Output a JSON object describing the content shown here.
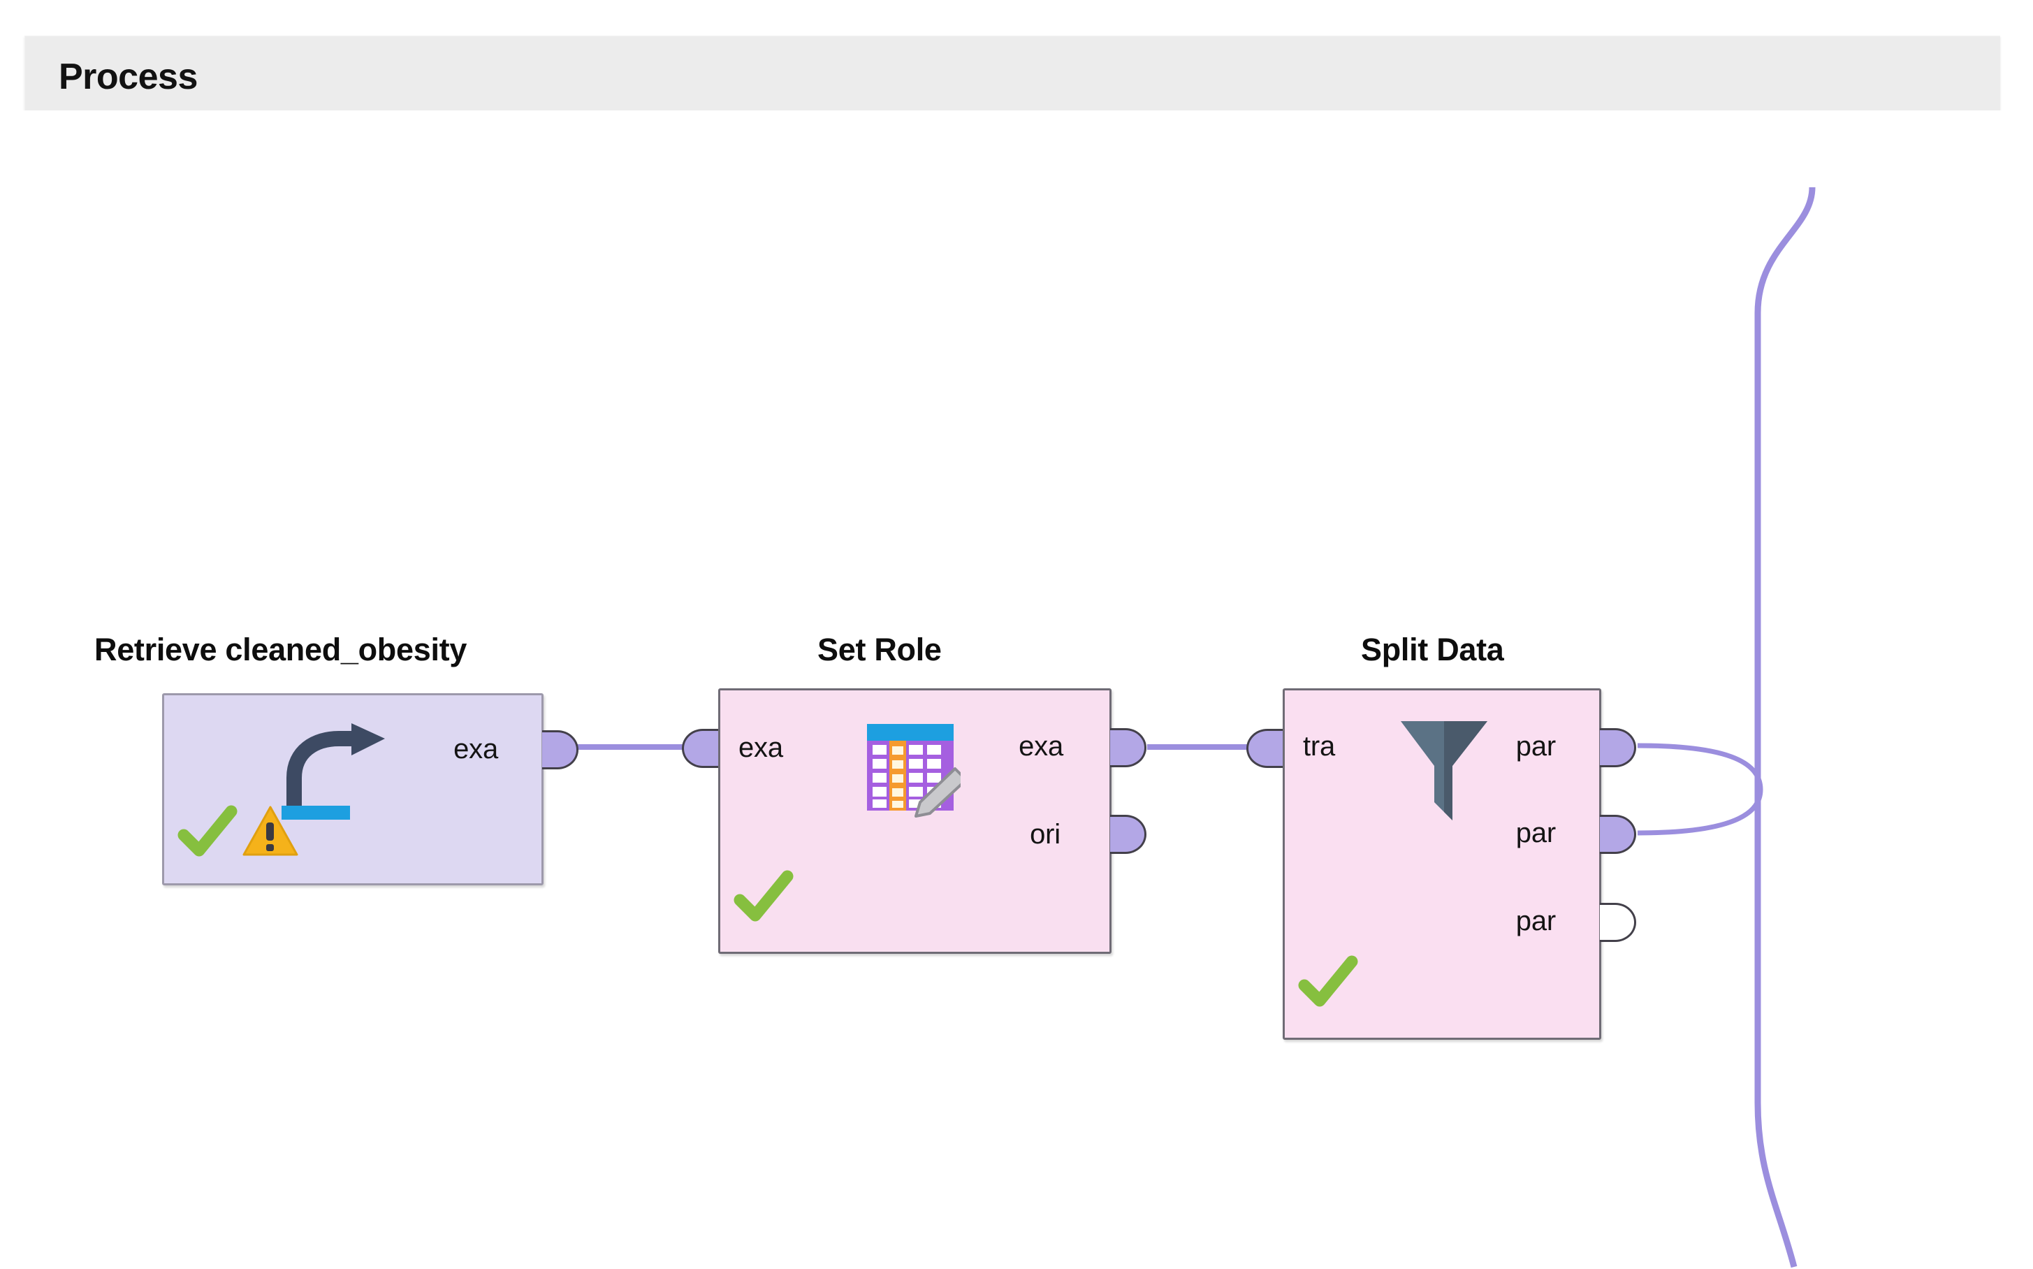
{
  "panel": {
    "title": "Process"
  },
  "canvas": {
    "background": "#ffffff",
    "wire_color": "#9b8ede",
    "port_fill": "#b3a7e6",
    "port_stroke": "#43404a"
  },
  "operators": [
    {
      "id": "retrieve",
      "title": "Retrieve cleaned_obesity",
      "body_color": "#ddd8f2",
      "icon": "retrieve-arrow-icon",
      "inputs": [],
      "outputs": [
        {
          "label": "exa",
          "connected": true
        }
      ],
      "status": [
        {
          "kind": "check-icon",
          "color": "#86bf3f"
        },
        {
          "kind": "warning-icon",
          "color": "#f5b21a"
        }
      ]
    },
    {
      "id": "set-role",
      "title": "Set Role",
      "body_color": "#f9dff0",
      "icon": "table-edit-icon",
      "inputs": [
        {
          "label": "exa",
          "connected": true
        }
      ],
      "outputs": [
        {
          "label": "exa",
          "connected": true
        },
        {
          "label": "ori",
          "connected": false
        }
      ],
      "status": [
        {
          "kind": "check-icon",
          "color": "#86bf3f"
        }
      ]
    },
    {
      "id": "split-data",
      "title": "Split Data",
      "body_color": "#fadff1",
      "icon": "funnel-icon",
      "inputs": [
        {
          "label": "tra",
          "connected": true
        }
      ],
      "outputs": [
        {
          "label": "par",
          "connected": true
        },
        {
          "label": "par",
          "connected": true
        },
        {
          "label": "par",
          "connected": false
        }
      ],
      "status": [
        {
          "kind": "check-icon",
          "color": "#86bf3f"
        }
      ]
    }
  ],
  "connections": [
    {
      "from": "retrieve.exa",
      "to": "set-role.exa"
    },
    {
      "from": "set-role.exa",
      "to": "split-data.tra"
    },
    {
      "from": "split-data.par.1",
      "to": "subprocess-boundary"
    },
    {
      "from": "split-data.par.2",
      "to": "subprocess-boundary"
    }
  ]
}
